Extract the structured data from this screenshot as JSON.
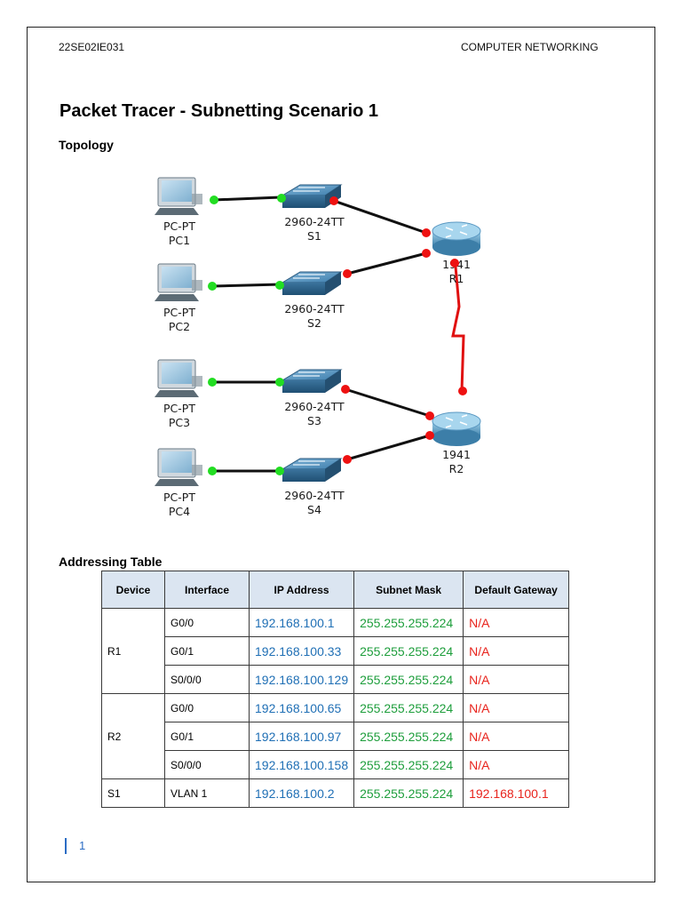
{
  "header": {
    "left": "22SE02IE031",
    "right": "COMPUTER NETWORKING"
  },
  "title": "Packet Tracer - Subnetting Scenario 1",
  "topology": {
    "heading": "Topology",
    "pcs": [
      {
        "model": "PC-PT",
        "name": "PC1"
      },
      {
        "model": "PC-PT",
        "name": "PC2"
      },
      {
        "model": "PC-PT",
        "name": "PC3"
      },
      {
        "model": "PC-PT",
        "name": "PC4"
      }
    ],
    "switches": [
      {
        "model": "2960-24TT",
        "name": "S1"
      },
      {
        "model": "2960-24TT",
        "name": "S2"
      },
      {
        "model": "2960-24TT",
        "name": "S3"
      },
      {
        "model": "2960-24TT",
        "name": "S4"
      }
    ],
    "routers": [
      {
        "model": "1941",
        "name": "R1"
      },
      {
        "model": "1941",
        "name": "R2"
      }
    ],
    "colors": {
      "link_up": "#22dd22",
      "link_down": "#ee1111",
      "serial": "#e01010",
      "cable": "#111111"
    }
  },
  "addressing": {
    "heading": "Addressing Table",
    "columns": [
      "Device",
      "Interface",
      "IP Address",
      "Subnet Mask",
      "Default Gateway"
    ],
    "groups": [
      {
        "device": "R1",
        "rows": [
          {
            "interface": "G0/0",
            "ip": "192.168.100.1",
            "mask": "255.255.255.224",
            "gateway": "N/A"
          },
          {
            "interface": "G0/1",
            "ip": "192.168.100.33",
            "mask": "255.255.255.224",
            "gateway": "N/A"
          },
          {
            "interface": "S0/0/0",
            "ip": "192.168.100.129",
            "mask": "255.255.255.224",
            "gateway": "N/A"
          }
        ]
      },
      {
        "device": "R2",
        "rows": [
          {
            "interface": "G0/0",
            "ip": "192.168.100.65",
            "mask": "255.255.255.224",
            "gateway": "N/A"
          },
          {
            "interface": "G0/1",
            "ip": "192.168.100.97",
            "mask": "255.255.255.224",
            "gateway": "N/A"
          },
          {
            "interface": "S0/0/0",
            "ip": "192.168.100.158",
            "mask": "255.255.255.224",
            "gateway": "N/A"
          }
        ]
      },
      {
        "device": "S1",
        "rows": [
          {
            "interface": "VLAN 1",
            "ip": "192.168.100.2",
            "mask": "255.255.255.224",
            "gateway": "192.168.100.1"
          }
        ]
      }
    ]
  },
  "footer": {
    "page_number": "1"
  }
}
